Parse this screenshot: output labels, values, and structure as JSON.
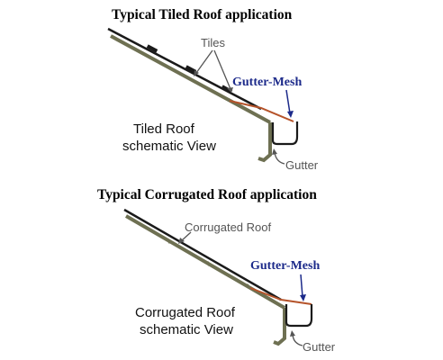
{
  "top_diagram": {
    "title": "Typical Tiled Roof application",
    "tiles_label": "Tiles",
    "mesh_label": "Gutter-Mesh",
    "view_line1": "Tiled Roof",
    "view_line2": "schematic View",
    "gutter_label": "Gutter"
  },
  "bottom_diagram": {
    "title": "Typical Corrugated Roof application",
    "roof_label": "Corrugated Roof",
    "mesh_label": "Gutter-Mesh",
    "view_line1": "Corrugated Roof",
    "view_line2": "schematic View",
    "gutter_label": "Gutter"
  },
  "colors": {
    "mesh_text": "#1c2a8a",
    "mesh_line": "#b5532a",
    "roof_line": "#1a1a1a",
    "structure": "#6e7052",
    "label_grey": "#555555"
  }
}
